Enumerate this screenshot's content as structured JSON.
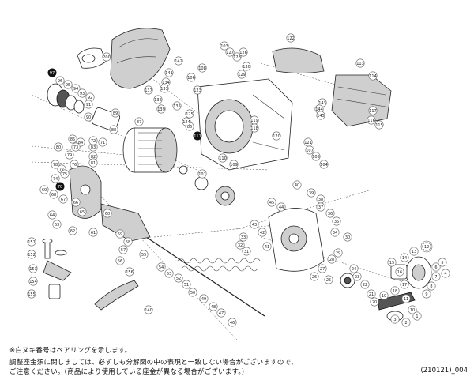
{
  "notes": {
    "line1": "※白ヌキ番号はベアリングを示します。",
    "line2": "調整座金類に関しましては、必ずしも分解図の中の表現と一致しない場合がございますので、",
    "line3": "ご注意ください。(商品により使用している座金が異なる場合がございます。)",
    "code": "(210121)_004"
  },
  "part_labels": [
    {
      "num": "200",
      "style": "plain"
    },
    {
      "num": "142",
      "style": "plain"
    },
    {
      "num": "141",
      "style": "plain"
    },
    {
      "num": "134",
      "style": "plain"
    },
    {
      "num": "133",
      "style": "plain"
    },
    {
      "num": "137",
      "style": "plain"
    },
    {
      "num": "136",
      "style": "plain"
    },
    {
      "num": "139",
      "style": "plain"
    },
    {
      "num": "135",
      "style": "plain"
    },
    {
      "num": "97",
      "style": "bearing"
    },
    {
      "num": "96",
      "style": "plain"
    },
    {
      "num": "95",
      "style": "plain"
    },
    {
      "num": "94",
      "style": "plain"
    },
    {
      "num": "93",
      "style": "plain"
    },
    {
      "num": "92",
      "style": "plain"
    },
    {
      "num": "91",
      "style": "plain"
    },
    {
      "num": "90",
      "style": "plain"
    },
    {
      "num": "89",
      "style": "plain"
    },
    {
      "num": "88",
      "style": "plain"
    },
    {
      "num": "87",
      "style": "plain"
    },
    {
      "num": "86",
      "style": "plain"
    },
    {
      "num": "103",
      "style": "plain"
    },
    {
      "num": "127",
      "style": "plain"
    },
    {
      "num": "128",
      "style": "plain"
    },
    {
      "num": "126",
      "style": "plain"
    },
    {
      "num": "130",
      "style": "plain"
    },
    {
      "num": "129",
      "style": "plain"
    },
    {
      "num": "122",
      "style": "plain"
    },
    {
      "num": "113",
      "style": "plain"
    },
    {
      "num": "114",
      "style": "plain"
    },
    {
      "num": "108",
      "style": "plain"
    },
    {
      "num": "106",
      "style": "plain"
    },
    {
      "num": "143",
      "style": "plain"
    },
    {
      "num": "144",
      "style": "plain"
    },
    {
      "num": "145",
      "style": "plain"
    },
    {
      "num": "117",
      "style": "plain"
    },
    {
      "num": "116",
      "style": "plain"
    },
    {
      "num": "115",
      "style": "plain"
    },
    {
      "num": "111",
      "style": "bearing"
    },
    {
      "num": "124",
      "style": "plain"
    },
    {
      "num": "119",
      "style": "plain"
    },
    {
      "num": "118",
      "style": "plain"
    },
    {
      "num": "120",
      "style": "plain"
    },
    {
      "num": "121",
      "style": "plain"
    },
    {
      "num": "110",
      "style": "plain"
    },
    {
      "num": "109",
      "style": "plain"
    },
    {
      "num": "85",
      "style": "plain"
    },
    {
      "num": "84",
      "style": "plain"
    },
    {
      "num": "83",
      "style": "plain"
    },
    {
      "num": "82",
      "style": "plain"
    },
    {
      "num": "81",
      "style": "plain"
    },
    {
      "num": "80",
      "style": "plain"
    },
    {
      "num": "79",
      "style": "plain"
    },
    {
      "num": "78",
      "style": "plain"
    },
    {
      "num": "77",
      "style": "plain"
    },
    {
      "num": "76",
      "style": "plain"
    },
    {
      "num": "75",
      "style": "plain"
    },
    {
      "num": "74",
      "style": "plain"
    },
    {
      "num": "73",
      "style": "plain"
    },
    {
      "num": "72",
      "style": "plain"
    },
    {
      "num": "71",
      "style": "plain"
    },
    {
      "num": "70",
      "style": "bearing"
    },
    {
      "num": "69",
      "style": "plain"
    },
    {
      "num": "68",
      "style": "plain"
    },
    {
      "num": "67",
      "style": "plain"
    },
    {
      "num": "66",
      "style": "plain"
    },
    {
      "num": "65",
      "style": "plain"
    },
    {
      "num": "64",
      "style": "plain"
    },
    {
      "num": "63",
      "style": "plain"
    },
    {
      "num": "62",
      "style": "plain"
    },
    {
      "num": "61",
      "style": "plain"
    },
    {
      "num": "60",
      "style": "plain"
    },
    {
      "num": "59",
      "style": "plain"
    },
    {
      "num": "58",
      "style": "plain"
    },
    {
      "num": "57",
      "style": "plain"
    },
    {
      "num": "56",
      "style": "plain"
    },
    {
      "num": "55",
      "style": "plain"
    },
    {
      "num": "54",
      "style": "plain"
    },
    {
      "num": "53",
      "style": "plain"
    },
    {
      "num": "52",
      "style": "plain"
    },
    {
      "num": "51",
      "style": "plain"
    },
    {
      "num": "50",
      "style": "plain"
    },
    {
      "num": "49",
      "style": "plain"
    },
    {
      "num": "48",
      "style": "plain"
    },
    {
      "num": "47",
      "style": "plain"
    },
    {
      "num": "46",
      "style": "plain"
    },
    {
      "num": "45",
      "style": "plain"
    },
    {
      "num": "44",
      "style": "plain"
    },
    {
      "num": "43",
      "style": "plain"
    },
    {
      "num": "42",
      "style": "plain"
    },
    {
      "num": "41",
      "style": "plain"
    },
    {
      "num": "40",
      "style": "plain"
    },
    {
      "num": "39",
      "style": "plain"
    },
    {
      "num": "38",
      "style": "plain"
    },
    {
      "num": "37",
      "style": "plain"
    },
    {
      "num": "36",
      "style": "plain"
    },
    {
      "num": "35",
      "style": "plain"
    },
    {
      "num": "34",
      "style": "plain"
    },
    {
      "num": "33",
      "style": "plain"
    },
    {
      "num": "32",
      "style": "plain"
    },
    {
      "num": "31",
      "style": "plain"
    },
    {
      "num": "30",
      "style": "plain"
    },
    {
      "num": "29",
      "style": "plain"
    },
    {
      "num": "28",
      "style": "plain"
    },
    {
      "num": "27",
      "style": "plain"
    },
    {
      "num": "26",
      "style": "plain"
    },
    {
      "num": "25",
      "style": "plain"
    },
    {
      "num": "24",
      "style": "plain"
    },
    {
      "num": "23",
      "style": "plain"
    },
    {
      "num": "22",
      "style": "plain"
    },
    {
      "num": "21",
      "style": "plain"
    },
    {
      "num": "20",
      "style": "plain"
    },
    {
      "num": "19",
      "style": "plain"
    },
    {
      "num": "18",
      "style": "plain"
    },
    {
      "num": "17",
      "style": "plain"
    },
    {
      "num": "16",
      "style": "plain"
    },
    {
      "num": "15",
      "style": "plain"
    },
    {
      "num": "14",
      "style": "plain"
    },
    {
      "num": "13",
      "style": "plain"
    },
    {
      "num": "12",
      "style": "plain"
    },
    {
      "num": "11",
      "style": "plain"
    },
    {
      "num": "10",
      "style": "plain"
    },
    {
      "num": "9",
      "style": "plain"
    },
    {
      "num": "8",
      "style": "plain"
    },
    {
      "num": "7",
      "style": "plain"
    },
    {
      "num": "6",
      "style": "plain"
    },
    {
      "num": "5",
      "style": "plain"
    },
    {
      "num": "4",
      "style": "plain"
    },
    {
      "num": "3",
      "style": "plain"
    },
    {
      "num": "2",
      "style": "plain"
    },
    {
      "num": "1",
      "style": "plain"
    },
    {
      "num": "151",
      "style": "plain"
    },
    {
      "num": "152",
      "style": "plain"
    },
    {
      "num": "153",
      "style": "plain"
    },
    {
      "num": "154",
      "style": "plain"
    },
    {
      "num": "155",
      "style": "plain"
    },
    {
      "num": "156",
      "style": "plain"
    },
    {
      "num": "140",
      "style": "plain"
    },
    {
      "num": "101",
      "style": "plain"
    },
    {
      "num": "123",
      "style": "plain"
    },
    {
      "num": "125",
      "style": "plain"
    },
    {
      "num": "107",
      "style": "plain"
    },
    {
      "num": "105",
      "style": "plain"
    },
    {
      "num": "104",
      "style": "plain"
    }
  ]
}
